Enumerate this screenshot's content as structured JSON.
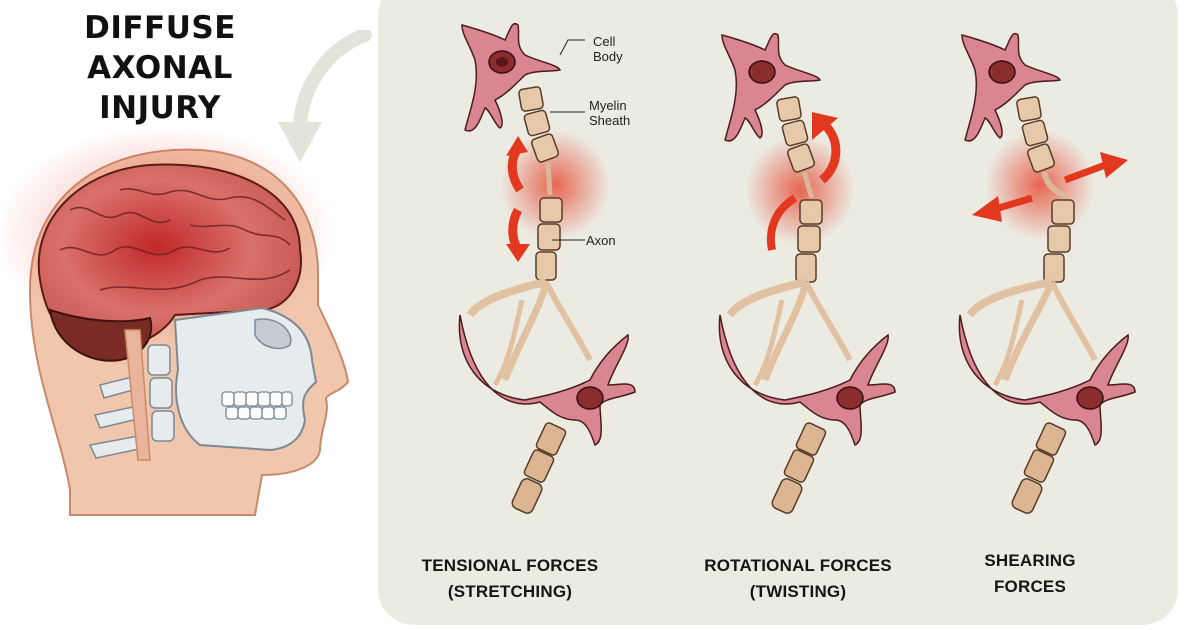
{
  "title": {
    "lines": [
      "DIFFUSE",
      "AXONAL",
      "INJURY"
    ]
  },
  "neuron_labels": {
    "cell_body": [
      "Cell",
      "Body"
    ],
    "myelin_sheath": [
      "Myelin",
      "Sheath"
    ],
    "axon": "Axon"
  },
  "panels": [
    {
      "caption_lines": [
        "TENSIONAL FORCES",
        "(STRETCHING)"
      ],
      "force": "stretching",
      "arrow_style": "vertical-opposed"
    },
    {
      "caption_lines": [
        "ROTATIONAL FORCES",
        "(TWISTING)"
      ],
      "force": "twisting",
      "arrow_style": "curved-rotational"
    },
    {
      "caption_lines": [
        "SHEARING",
        "FORCES"
      ],
      "force": "shearing",
      "arrow_style": "horizontal-opposed"
    }
  ],
  "illustrations": {
    "head": "head-cross-section-icon",
    "pointer_arrow": "curved-arrow-icon",
    "neuron": "neuron-icon"
  },
  "colors": {
    "panel_bg": "#ecebe2",
    "injury_red": "#e2381f",
    "cell_pink": "#d9808a",
    "myelin_tan": "#e6c9a8",
    "brain_red": "#c8514a",
    "skin": "#f0c6ad",
    "skull": "#e6ebee"
  }
}
